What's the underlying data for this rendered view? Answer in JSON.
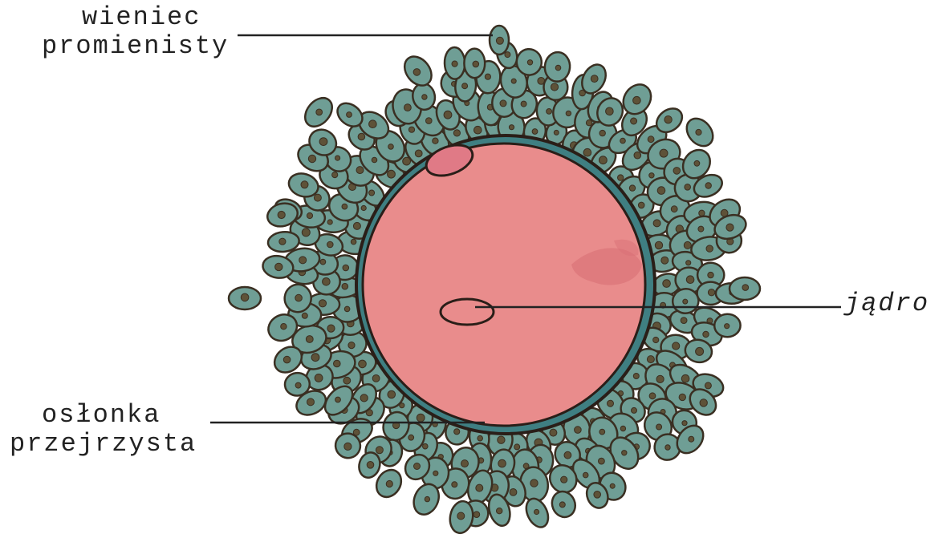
{
  "labels": {
    "corona_line1": "wieniec",
    "corona_line2": "promienisty",
    "nucleus": "jądro",
    "zona_line1": "osłonka",
    "zona_line2": "przejrzysta"
  },
  "colors": {
    "cell_fill": "#6f9e95",
    "cell_outline": "#3a2f22",
    "cell_nucleus": "#5e5238",
    "zona_ring": "#3f7f82",
    "ooplasm": "#e98c8c",
    "ooplasm_shade": "#d96f75",
    "polar_body": "#e07a86",
    "outline": "#2a1e18",
    "label_text": "#222222"
  }
}
